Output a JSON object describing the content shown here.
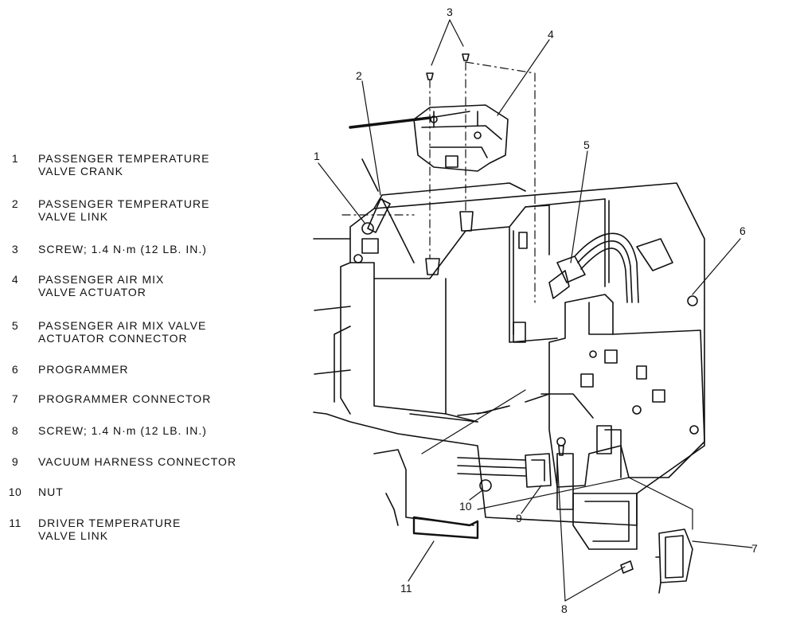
{
  "legend": [
    {
      "num": "1",
      "text": "PASSENGER TEMPERATURE\nVALVE CRANK"
    },
    {
      "num": "2",
      "text": "PASSENGER TEMPERATURE\nVALVE LINK"
    },
    {
      "num": "3",
      "text": "SCREW; 1.4 N·m (12 LB. IN.)"
    },
    {
      "num": "4",
      "text": "PASSENGER AIR MIX\nVALVE ACTUATOR"
    },
    {
      "num": "5",
      "text": "PASSENGER AIR MIX VALVE\nACTUATOR CONNECTOR"
    },
    {
      "num": "6",
      "text": "PROGRAMMER"
    },
    {
      "num": "7",
      "text": "PROGRAMMER CONNECTOR"
    },
    {
      "num": "8",
      "text": "SCREW; 1.4 N·m (12 LB. IN.)"
    },
    {
      "num": "9",
      "text": "VACUUM HARNESS CONNECTOR"
    },
    {
      "num": "10",
      "text": "NUT"
    },
    {
      "num": "11",
      "text": "DRIVER TEMPERATURE\nVALVE LINK"
    }
  ],
  "callouts": [
    "1",
    "2",
    "3",
    "4",
    "5",
    "6",
    "7",
    "8",
    "9",
    "10",
    "11"
  ]
}
